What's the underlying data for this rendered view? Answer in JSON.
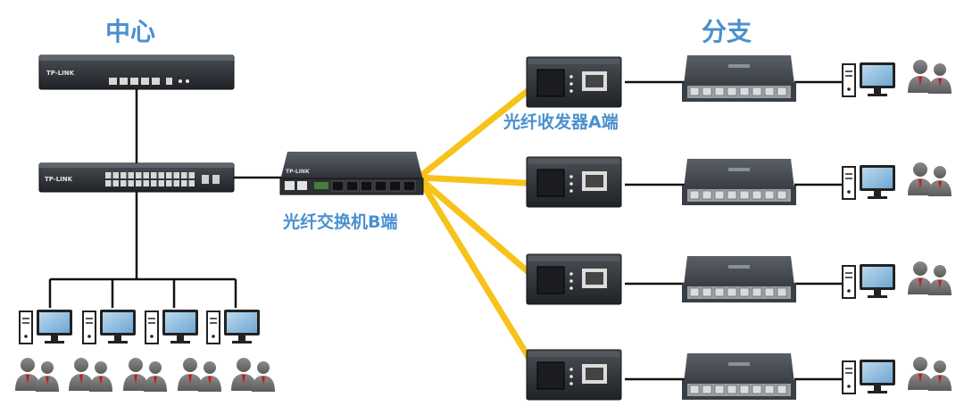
{
  "diagram": {
    "center_title": "中心",
    "branch_title": "分支",
    "fiber_switch_label": "光纤交换机B端",
    "transceiver_label": "光纤收发器A端",
    "router_brand": "TP-LINK",
    "switch_brand": "TP-LINK",
    "fiber_switch_brand": "TP-LINK",
    "center_pc_count": 4,
    "center_user_group_count": 5,
    "branch_count": 4
  },
  "colors": {
    "label_blue": "#4a90cf",
    "fiber_yellow": "#f7c21a",
    "cable_black": "#111111",
    "device_dark": "#2f3338",
    "screen_blue": "#7db2da",
    "tie_red": "#c8181e"
  },
  "icons": {
    "pc": "desktop-computer-icon",
    "users": "user-group-icon"
  }
}
